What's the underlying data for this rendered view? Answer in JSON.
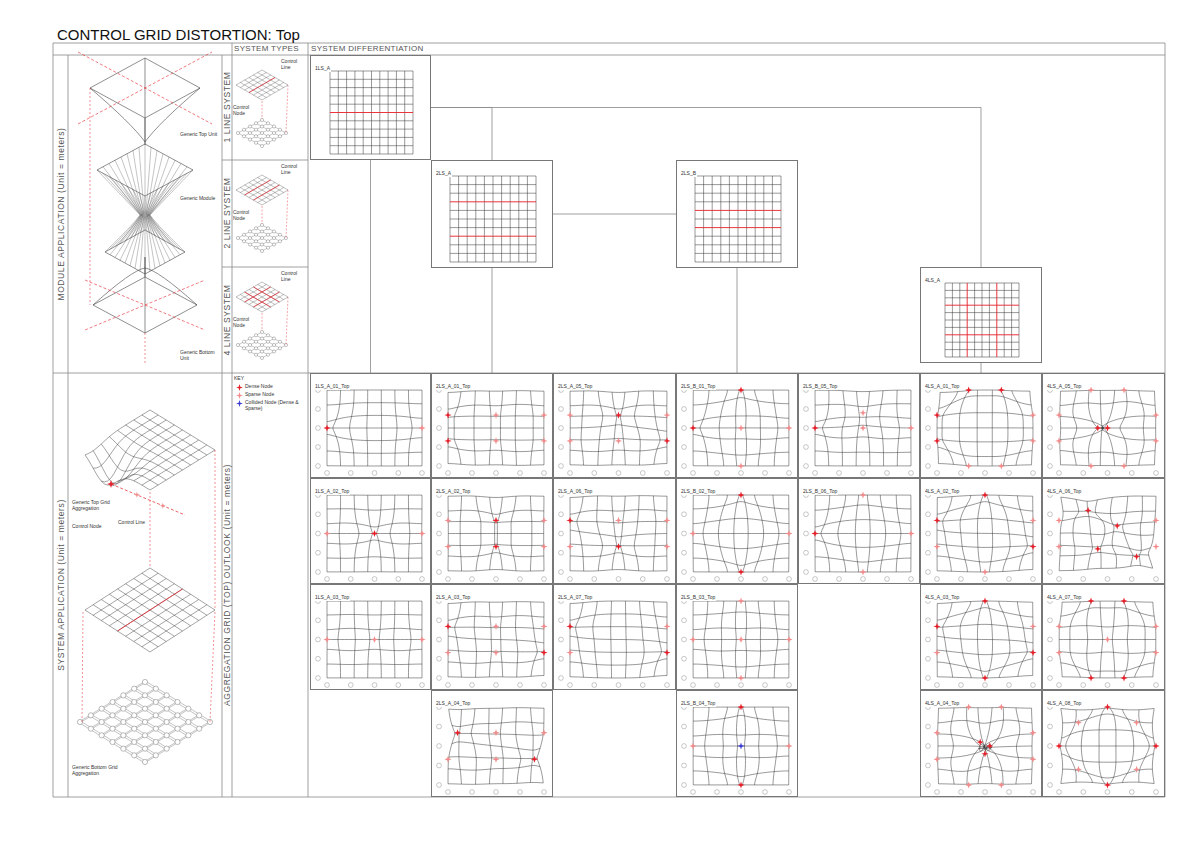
{
  "diagram": {
    "title": "CONTROL GRID DISTORTION: Top",
    "nodes": [
      {
        "text": [
          "1LS_A"
        ]
      },
      {
        "text": [
          "2LS_A"
        ]
      },
      {
        "text": [
          "2LS_B"
        ]
      },
      {
        "text": [
          "4LS_A"
        ]
      },
      {
        "text": [
          "1LS_A_01_Top"
        ]
      },
      {
        "text": [
          "2LS_A_01_Top"
        ]
      },
      {
        "text": [
          "2LS_A_05_Top"
        ]
      },
      {
        "text": [
          "2LS_B_01_Top"
        ]
      },
      {
        "text": [
          "2LS_B_05_Top"
        ]
      },
      {
        "text": [
          "4LS_A_01_Top"
        ]
      },
      {
        "text": [
          "4LS_A_05_Top"
        ]
      },
      {
        "text": [
          "1LS_A_02_Top"
        ]
      },
      {
        "text": [
          "2LS_A_02_Top"
        ]
      },
      {
        "text": [
          "2LS_A_06_Top"
        ]
      },
      {
        "text": [
          "2LS_B_02_Top"
        ]
      },
      {
        "text": [
          "2LS_B_06_Top"
        ]
      },
      {
        "text": [
          "4LS_A_02_Top"
        ]
      },
      {
        "text": [
          "4LS_A_06_Top"
        ]
      },
      {
        "text": [
          "1LS_A_03_Top"
        ]
      },
      {
        "text": [
          "2LS_A_03_Top"
        ]
      },
      {
        "text": [
          "2LS_A_07_Top"
        ]
      },
      {
        "text": [
          "2LS_B_03_Top"
        ]
      },
      {
        "text": [
          "4LS_A_03_Top"
        ]
      },
      {
        "text": [
          "4LS_A_07_Top"
        ]
      },
      {
        "text": [
          "2LS_A_04_Top"
        ]
      },
      {
        "text": [
          "2LS_B_04_Top"
        ]
      },
      {
        "text": [
          "4LS_A_04_Top"
        ]
      },
      {
        "text": [
          "4LS_A_08_Top"
        ]
      }
    ],
    "edges": [
      {
        "from": 0,
        "to": 1,
        "arrow": "none"
      },
      {
        "from": 1,
        "to": 2,
        "arrow": "none"
      },
      {
        "from": 0,
        "to": 3,
        "arrow": "none"
      },
      {
        "from": 0,
        "to": 4,
        "arrow": "none"
      },
      {
        "from": 1,
        "to": 5,
        "arrow": "none"
      },
      {
        "from": 2,
        "to": 7,
        "arrow": "none"
      },
      {
        "from": 3,
        "to": 9,
        "arrow": "none"
      }
    ],
    "labels": [
      "SYSTEM TYPES",
      "SYSTEM DIFFERENTIATION",
      "MODULE APPLICATION (Unit = meters)",
      "SYSTEM APPLICATION (Unit = meters)",
      "1 LINE SYSTEM",
      "2 LINE SYSTEM",
      "4 LINE SYSTEM",
      "AGGREGATION GRID (TOP) OUTLOOK (Unit = meters)",
      "Control Line",
      "Control Node",
      "Control Line",
      "Control Node",
      "Control Line",
      "Control Node",
      "Generic Top Unit",
      "Generic Module",
      "Generic Bottom Unit",
      "Generic Top Grid Aggregation",
      "Control Line",
      "Control Node",
      "Generic Bottom Grid Aggregation",
      "KEY"
    ],
    "legend": [
      {
        "text": "Dense Node",
        "color": "#e8202a"
      },
      {
        "text": "Sparse Node",
        "color": "#f28c8c"
      },
      {
        "text": "Collided Node (Dense & Sparse)",
        "color": "#3f3fd6"
      }
    ]
  }
}
